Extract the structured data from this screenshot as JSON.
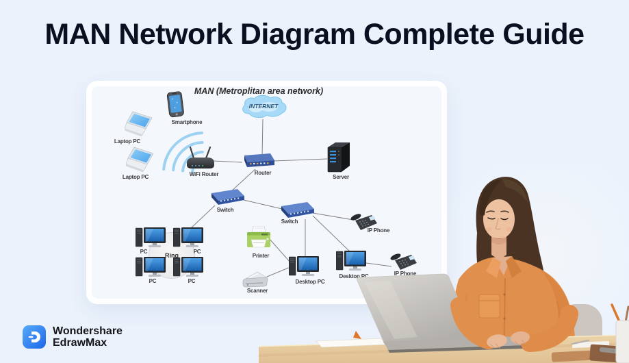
{
  "colors": {
    "page_bg": "#ebf2fc",
    "accent_blue": "#2f7ef2",
    "title_color": "#0b1020"
  },
  "header": {
    "title": "MAN Network Diagram Complete Guide"
  },
  "brand": {
    "line1": "Wondershare",
    "line2": "EdrawMax"
  },
  "diagram": {
    "title": "MAN (Metroplitan area network)",
    "internet_label": "INTERNET",
    "ring_label": "Ring",
    "nodes": {
      "smartphone": "Smartphone",
      "laptop1": "Laptop PC",
      "laptop2": "Laptop PC",
      "wifi_router": "WiFi Router",
      "router": "Router",
      "server": "Server",
      "switch1": "Switch",
      "switch2": "Switch",
      "ip_phone1": "IP Phone",
      "ip_phone2": "IP Phone",
      "printer": "Printer",
      "scanner": "Scanner",
      "desktop1": "Desktop PC",
      "desktop2": "Desktop PC",
      "pc_tl": "PC",
      "pc_tr": "PC",
      "pc_bl": "PC",
      "pc_br": "PC"
    }
  }
}
